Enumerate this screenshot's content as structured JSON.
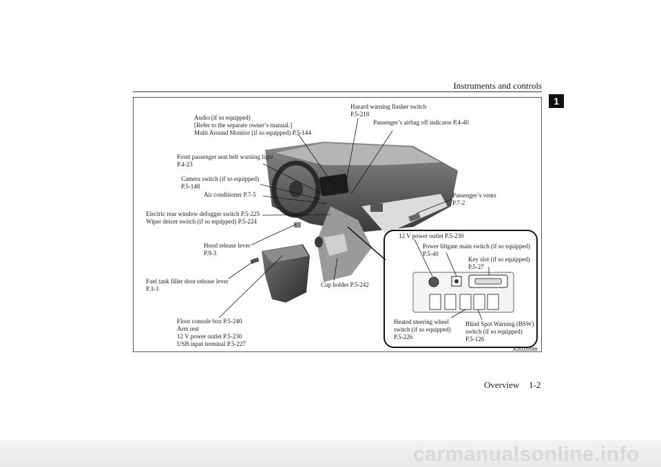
{
  "header": {
    "section_title": "Instruments and controls",
    "chapter_number": "1"
  },
  "footer": {
    "section": "Overview",
    "page": "1-2",
    "watermark": "carmanualsonline.info"
  },
  "figure": {
    "code": "AJ5105598",
    "labels": {
      "audio": [
        "Audio (if so equipped)",
        "[Refer to the separate owner’s manual.]",
        "Multi Around Monitor (if so equipped) P.5-144"
      ],
      "hazard": [
        "Hazard warning flasher switch",
        "P.5-218"
      ],
      "airbag": [
        "Passenger’s airbag off indicator P.4-40"
      ],
      "seatbelt": [
        "Front passenger seat belt warning light",
        "P.4-23"
      ],
      "camera": [
        "Camera switch (if so equipped)",
        "P.5-148"
      ],
      "aircon": [
        "Air conditioner P.7-5"
      ],
      "vents": [
        "Passenger’s vents",
        "P.7-2"
      ],
      "defogger": [
        "Electric rear window defogger switch P.5-225",
        "Wiper deicer switch (if so equipped) P.5-224"
      ],
      "outlet_top": [
        "12 V power outlet P.5-230"
      ],
      "liftgate": [
        "Power liftgate main switch (if so equipped)",
        "P.5-40"
      ],
      "keyslot": [
        "Key slot (if so equipped)",
        "P.5-27"
      ],
      "hood": [
        "Hood release lever",
        "P.9-3"
      ],
      "fuel": [
        "Fuel tank filler door release lever",
        "P.3-3"
      ],
      "cupholder": [
        "Cup holder P.5-242"
      ],
      "heated": [
        "Heated steering wheel",
        "switch (if so equipped)",
        "P.5-226"
      ],
      "bsw": [
        "Blind Spot Warning (BSW)",
        "switch (if so equipped)",
        "P.5-126"
      ],
      "console": [
        "Floor console box P.5-240",
        "Arm rest",
        "12 V power outlet P.5-230",
        "USB input terminal P.5-227"
      ]
    }
  }
}
